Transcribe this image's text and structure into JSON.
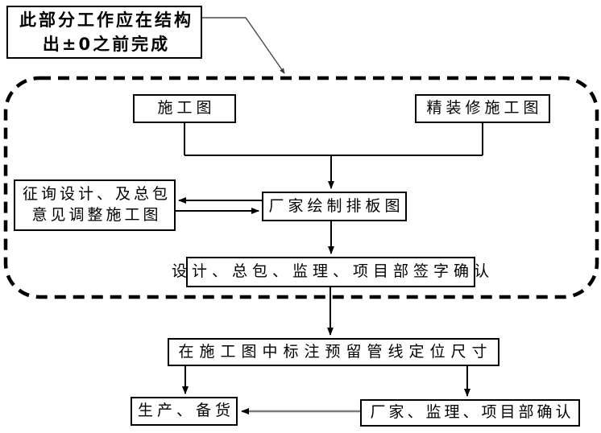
{
  "diagram_type": "flowchart",
  "colors": {
    "background": "#ffffff",
    "line": "#000000",
    "box_border": "#000000",
    "dashed_boundary": "#000000",
    "callout_line": "#4a4a4a",
    "gray_arrow": "#7a7a7a"
  },
  "note": {
    "line1": "此部分工作应在结构",
    "line2": "出±0之前完成"
  },
  "nodes": {
    "construction_drawing": "施工图",
    "fine_decoration_drawing": "精装修施工图",
    "consult_adjust": {
      "line1": "征询设计、及总包",
      "line2": "意见调整施工图"
    },
    "manufacturer_layout": "厂家绘制排板图",
    "sign_confirm": "设计、总包、监理、项目部签字确认",
    "mark_dimensions": "在施工图中标注预留管线定位尺寸",
    "production_stock": "生产、备货",
    "final_confirm": "厂家、监理、项目部确认"
  }
}
